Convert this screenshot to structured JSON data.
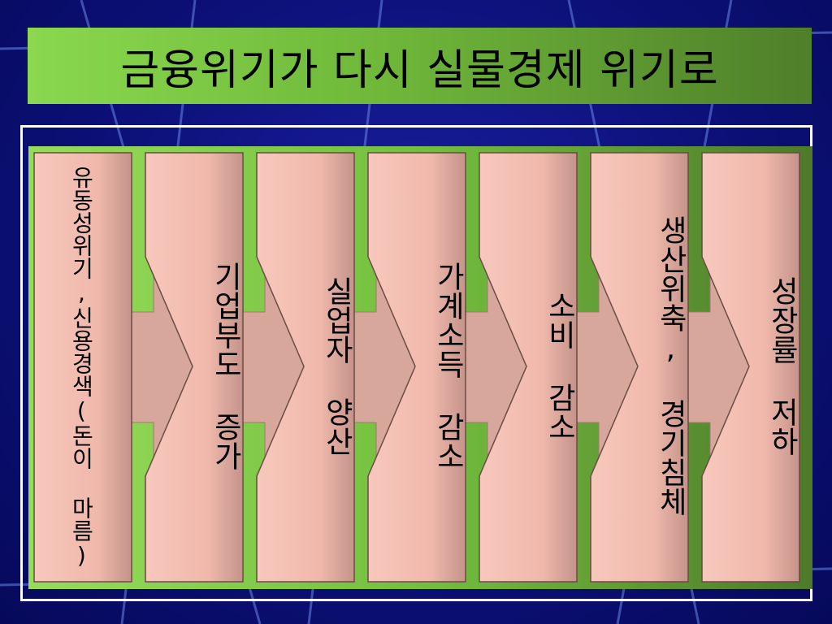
{
  "title": "금융위기가 다시 실물경제 위기로",
  "steps": [
    {
      "label": "유동성위기,신용경색(돈이 마름)"
    },
    {
      "label": "기업부도 증가"
    },
    {
      "label": "실업자 양산"
    },
    {
      "label": "가계소득 감소"
    },
    {
      "label": "소비 감소"
    },
    {
      "label": "생산위축, 경기침체"
    },
    {
      "label": "성장률 저하"
    }
  ],
  "colors": {
    "background": "#0c1078",
    "title_bar": "#6fb83a",
    "panel": "#74bf3f",
    "box_light": "#f6c4b8",
    "box_dark": "#c49287",
    "frame": "#ffffff"
  }
}
